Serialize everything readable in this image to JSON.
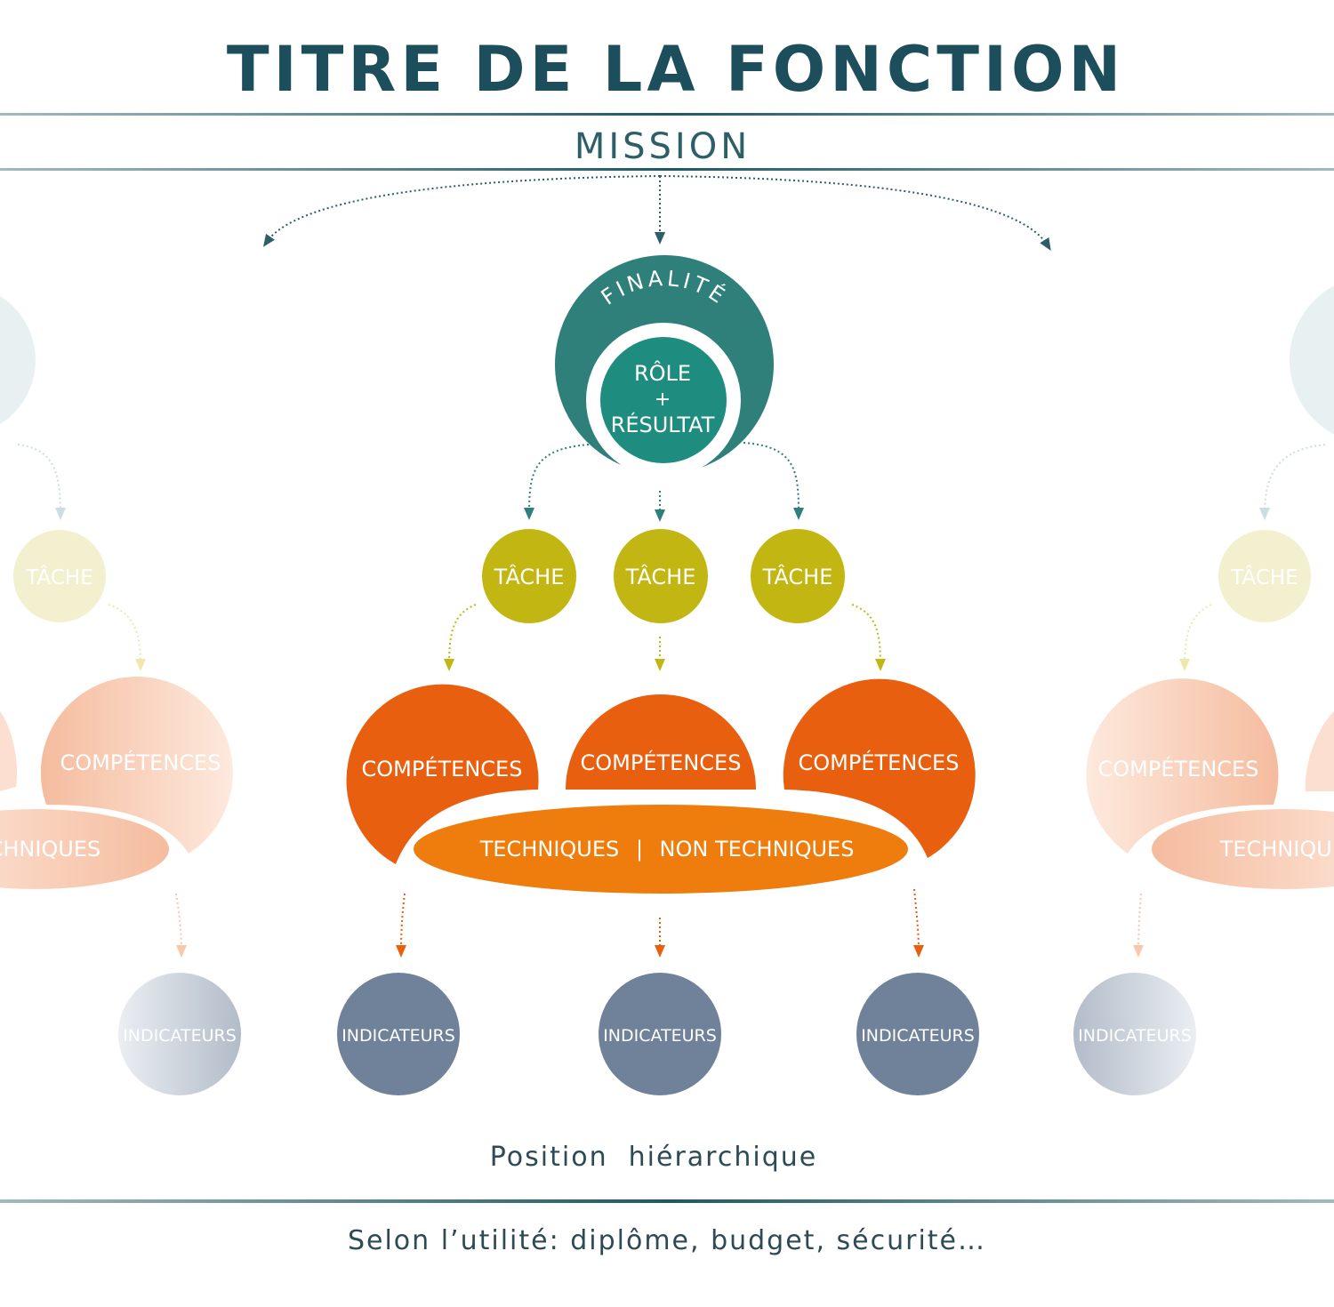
{
  "title": "TITRE DE LA FONCTION",
  "mission": "MISSION",
  "finalite": "FINALITÉ",
  "role_lines": [
    "RÔLE",
    "+",
    "RÉSULTAT"
  ],
  "tache": "TÂCHE",
  "competences": "COMPÉTENCES",
  "techniques": "TECHNIQUES",
  "separator": "|",
  "non_techniques": "NON TECHNIQUES",
  "indicateurs": "INDICATEURS",
  "position": "Position  hiérarchique",
  "footer": "Selon l’utilité: diplôme, budget, sécurité…",
  "colors": {
    "dark_teal": "#1d4e5c",
    "teal": "#2f7f7a",
    "teal_inner": "#1e8d80",
    "olive": "#c2b612",
    "orange": "#e8600f",
    "orange_light": "#ee7d0e",
    "slate": "#6f8299",
    "line": "#2d5f69"
  }
}
